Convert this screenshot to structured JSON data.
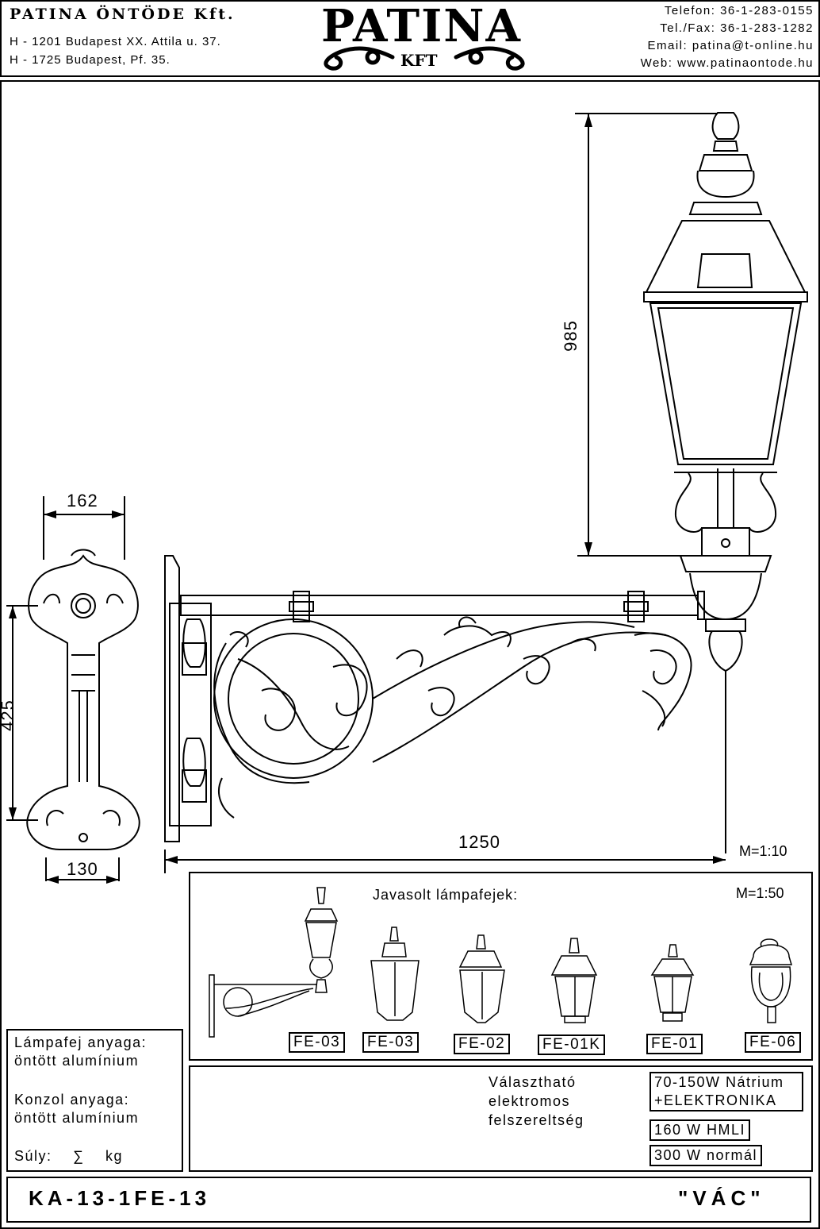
{
  "header": {
    "company": "PATINA ÖNTÖDE Kft.",
    "address1": "H - 1201 Budapest XX. Attila u. 37.",
    "address2": "H - 1725 Budapest, Pf. 35.",
    "logo_main": "PATINA",
    "logo_sub": "KFT",
    "phone": "Telefon: 36-1-283-0155",
    "fax": "Tel./Fax: 36-1-283-1282",
    "email": "Email: patina@t-online.hu",
    "web": "Web: www.patinaontode.hu"
  },
  "dimensions": {
    "height_lamp": "985",
    "width_top": "162",
    "height_plate": "425",
    "width_bottom": "130",
    "length": "1250",
    "scale_main": "M=1:10"
  },
  "suggested": {
    "title": "Javasolt lámpafejek:",
    "scale": "M=1:50",
    "heads": [
      "FE-03",
      "FE-03",
      "FE-02",
      "FE-01K",
      "FE-01",
      "FE-06"
    ]
  },
  "materials": {
    "head_label": "Lámpafej anyaga:",
    "head_value": "öntött alumínium",
    "bracket_label": "Konzol anyaga:",
    "bracket_value": "öntött alumínium",
    "weight_label": "Súly:",
    "weight_symbol": "∑",
    "weight_unit": "kg"
  },
  "electrical": {
    "line1": "Választható",
    "line2": "elektromos",
    "line3": "felszereltség",
    "option1_l1": "70-150W Nátrium",
    "option1_l2": "+ELEKTRONIKA",
    "option2": "160 W HMLI",
    "option3": "300 W normál"
  },
  "footer": {
    "code": "KA-13-1FE-13",
    "name": "\"VÁC\""
  }
}
